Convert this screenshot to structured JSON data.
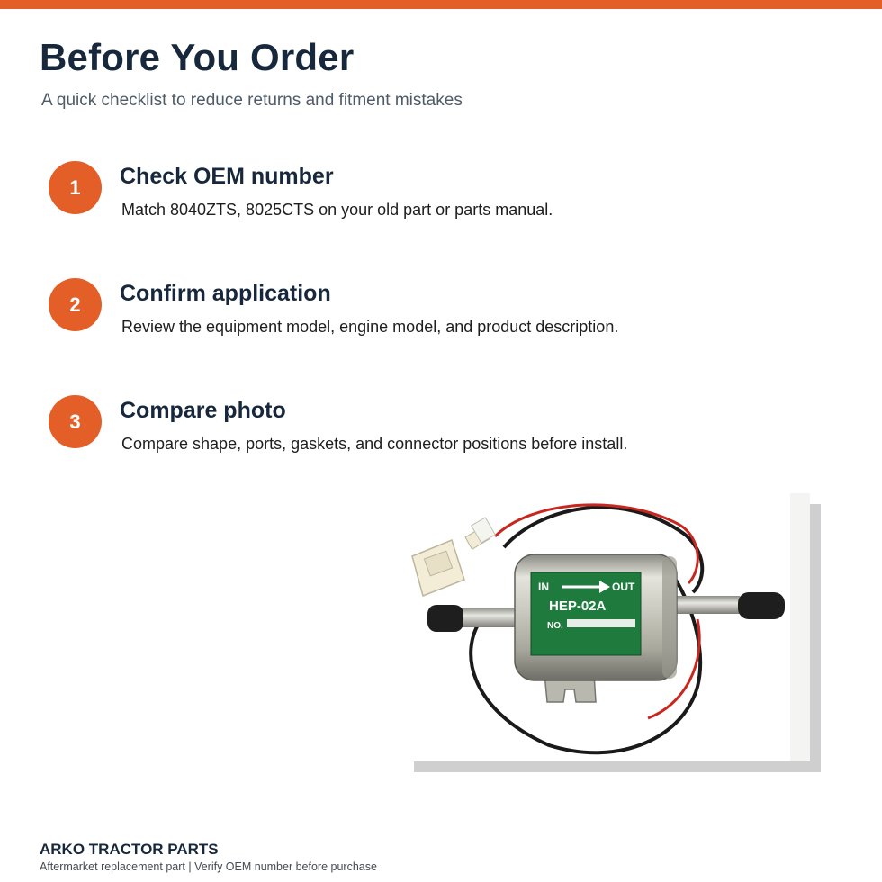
{
  "header": {
    "title": "Before You Order",
    "subtitle": "A quick checklist to reduce returns and fitment mistakes"
  },
  "steps": [
    {
      "number": "1",
      "title": "Check OEM number",
      "description": "Match 8040ZTS, 8025CTS on your old part or parts manual."
    },
    {
      "number": "2",
      "title": "Confirm application",
      "description": "Review the equipment model, engine model, and product description."
    },
    {
      "number": "3",
      "title": "Compare photo",
      "description": "Compare shape, ports, gaskets, and connector positions before install."
    }
  ],
  "product_photo": {
    "label_in": "IN",
    "label_out": "OUT",
    "label_model": "HEP-02A",
    "label_no": "NO."
  },
  "footer": {
    "brand": "ARKO TRACTOR PARTS",
    "note": "Aftermarket replacement part | Verify OEM number before purchase"
  },
  "colors": {
    "accent": "#e35f27",
    "heading": "#17283c",
    "label_green": "#1f7a3e"
  }
}
